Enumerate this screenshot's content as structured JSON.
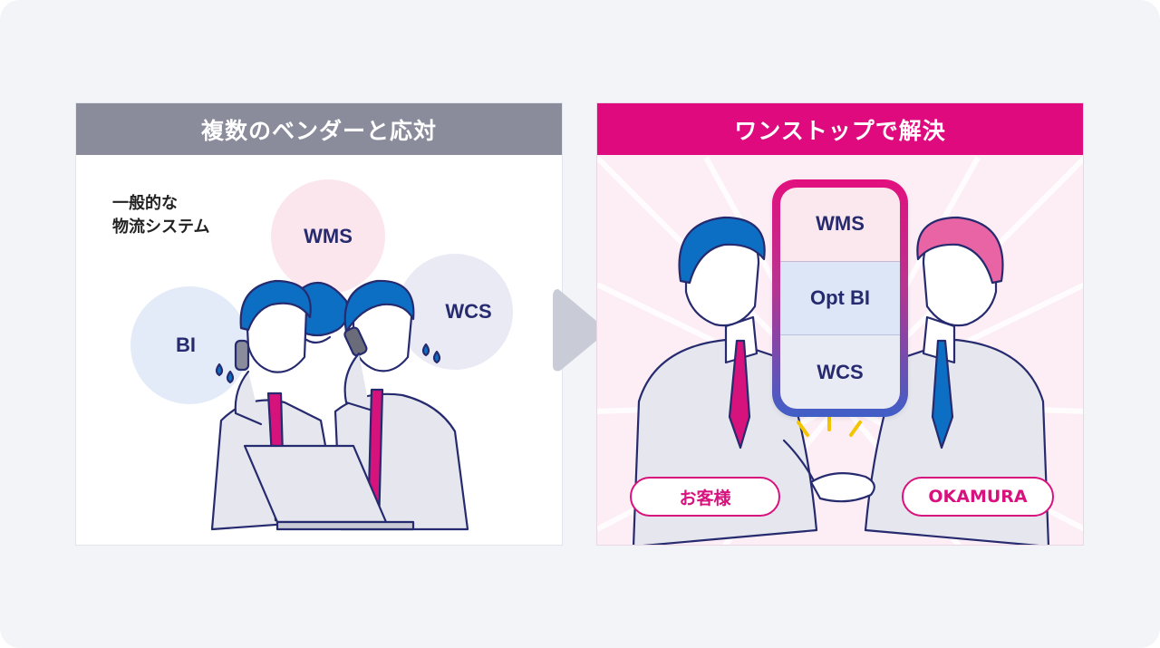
{
  "left_panel": {
    "title": "複数のベンダーと応対",
    "general_line1": "一般的な",
    "general_line2": "物流システム",
    "bubbles": {
      "wms": "WMS",
      "wcs": "WCS",
      "bi": "BI"
    }
  },
  "right_panel": {
    "title": "ワンストップで解決",
    "stack": [
      "WMS",
      "Opt BI",
      "WCS"
    ],
    "customer_label": "お客様",
    "company_label": "OKAMURA"
  },
  "colors": {
    "magenta": "#df0b7e",
    "gray_header": "#8a8c9b",
    "navy_text": "#262a6e",
    "suit_blue": "#0d6fc4"
  }
}
